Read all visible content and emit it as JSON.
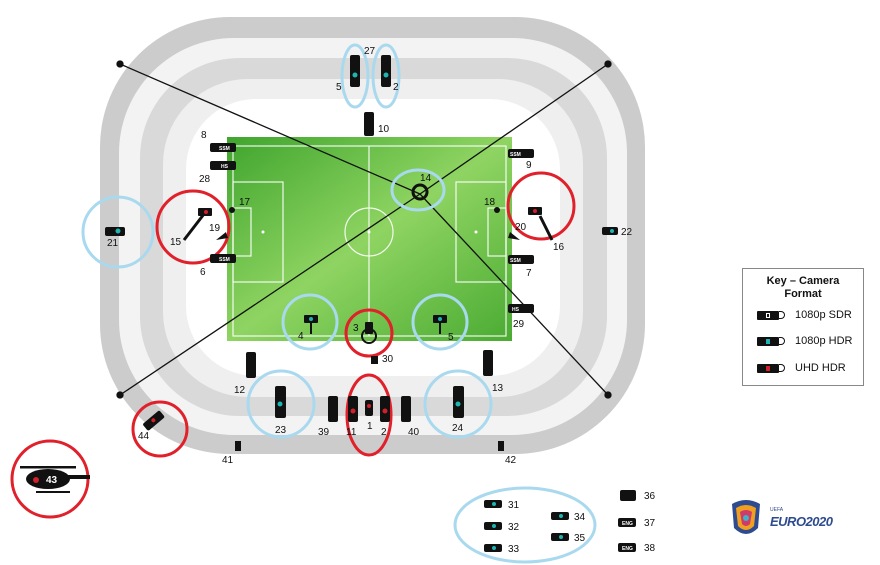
{
  "labels": {
    "n27": "27",
    "n5a": "5",
    "n2a": "2",
    "n10": "10",
    "n8": "8",
    "n9": "9",
    "n28": "28",
    "n14": "14",
    "n17": "17",
    "n18": "18",
    "n19": "19",
    "n20": "20",
    "n15": "15",
    "n16": "16",
    "n21": "21",
    "n22": "22",
    "n6": "6",
    "n7": "7",
    "n29": "29",
    "n4": "4",
    "n3": "3",
    "n5b": "5",
    "n30": "30",
    "n12": "12",
    "n13": "13",
    "n23": "23",
    "n39": "39",
    "n11": "11",
    "n1": "1",
    "n2b": "2",
    "n40": "40",
    "n24": "24",
    "n44": "44",
    "n41": "41",
    "n42": "42",
    "n43": "43",
    "n31": "31",
    "n32": "32",
    "n33": "33",
    "n34": "34",
    "n35": "35",
    "n36": "36",
    "n37": "37",
    "n38": "38"
  },
  "tags": {
    "ssm": "SSM",
    "hs": "HS",
    "eng": "ENG"
  },
  "key": {
    "title_line1": "Key – Camera",
    "title_line2": "Format",
    "rows": [
      {
        "label": "1080p SDR",
        "dot_color": "#111111"
      },
      {
        "label": "1080p HDR",
        "dot_color": "#1fb5b0"
      },
      {
        "label": "UHD HDR",
        "dot_color": "#d0202a"
      }
    ]
  },
  "logo": {
    "text": "EURO2020",
    "uefa": "UEFA"
  },
  "colors": {
    "pitch": "#5cb83c",
    "pitch_light": "#8ed35f",
    "stand_outer": "#cfcfcf",
    "stand_inner": "#e8e8e8",
    "hdr_circle": "#a9d9ee",
    "uhd_circle": "#e0202a"
  }
}
